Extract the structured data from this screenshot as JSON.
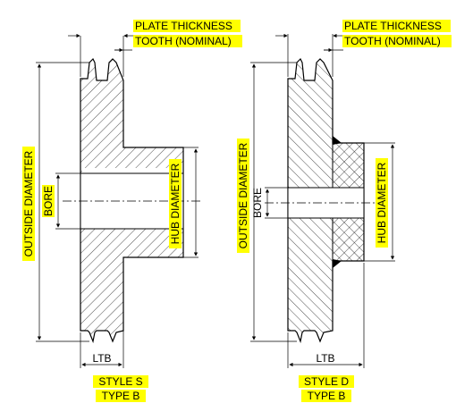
{
  "labels": {
    "plate_thickness": "PLATE THICKNESS",
    "tooth_nominal": "TOOTH (NOMINAL)",
    "outside_diameter": "OUTSIDE DIAMETER",
    "bore": "BORE",
    "hub_diameter": "HUB DIAMETER",
    "ltb": "LTB"
  },
  "left": {
    "style": "STYLE S",
    "type": "TYPE B"
  },
  "right": {
    "style": "STYLE D",
    "type": "TYPE B"
  },
  "colors": {
    "highlight": "#ffff00",
    "line": "#000000"
  }
}
